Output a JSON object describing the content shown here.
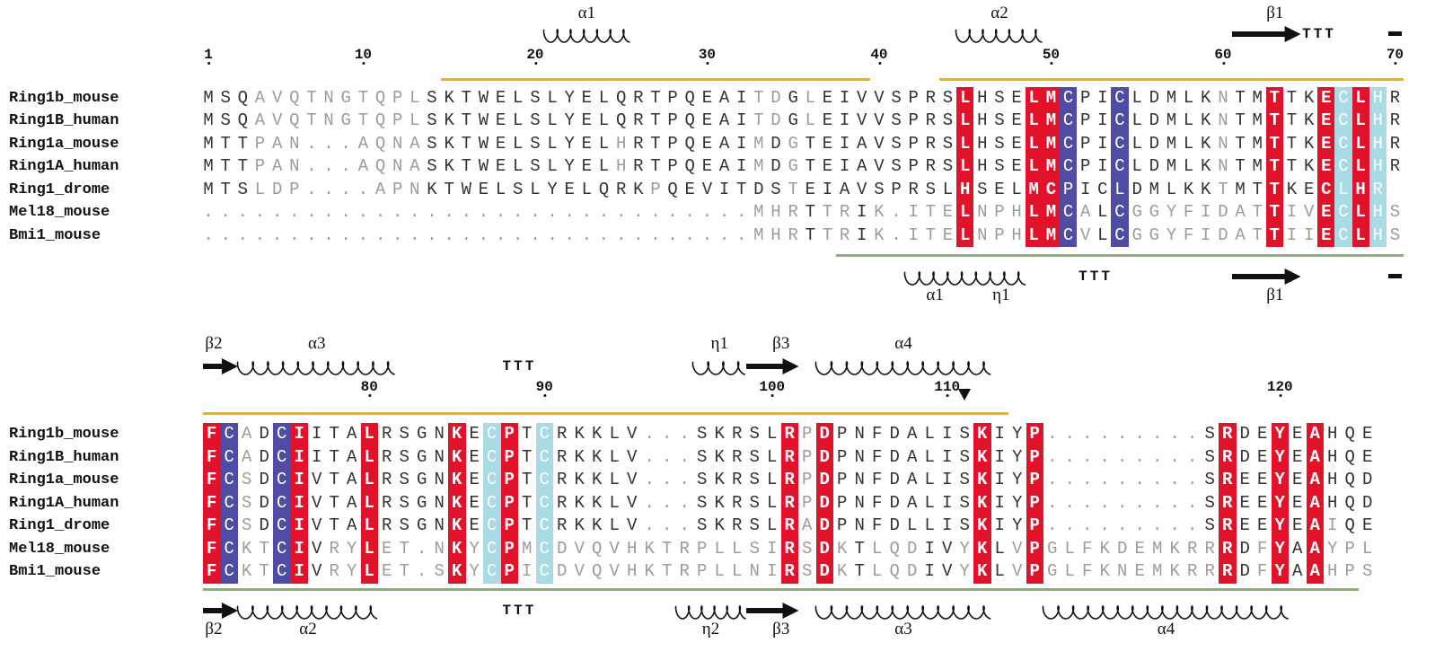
{
  "blocks": [
    {
      "ruler": [
        {
          "label": "1",
          "col": 1
        },
        {
          "label": "10",
          "col": 10
        },
        {
          "label": "20",
          "col": 20
        },
        {
          "label": "30",
          "col": 30
        },
        {
          "label": "40",
          "col": 40
        },
        {
          "label": "50",
          "col": 50
        },
        {
          "label": "60",
          "col": 60
        },
        {
          "label": "70",
          "col": 70
        }
      ],
      "highlight": {
        "red": [
          45,
          49,
          50,
          63,
          66,
          68
        ],
        "blue": [
          51,
          54
        ],
        "cyan": [
          67,
          69
        ]
      },
      "top_lines": [
        [
          15,
          39
        ],
        [
          44,
          70
        ]
      ],
      "bottom_lines": [
        [
          38,
          70
        ]
      ],
      "top_ss": [
        {
          "type": "helix",
          "from": 21,
          "to": 25,
          "labels": [
            "α1"
          ]
        },
        {
          "type": "helix",
          "from": 45,
          "to": 49,
          "labels": [
            "α2"
          ]
        },
        {
          "type": "arrow",
          "from": 61,
          "to": 64,
          "labels": [
            "β1"
          ]
        },
        {
          "type": "turn",
          "from": 65,
          "to": 67,
          "text": "TTT"
        },
        {
          "type": "bar",
          "from": 70,
          "to": 70
        }
      ],
      "bottom_ss": [
        {
          "type": "helix",
          "from": 42,
          "to": 48,
          "labels": [
            "α1",
            "η1"
          ]
        },
        {
          "type": "turn",
          "from": 52,
          "to": 54,
          "text": "TTT"
        },
        {
          "type": "arrow",
          "from": 61,
          "to": 64,
          "labels": [
            "β1"
          ]
        },
        {
          "type": "bar",
          "from": 70,
          "to": 70
        }
      ],
      "markers": [],
      "rows": [
        {
          "name": "Ring1b_mouse",
          "seq": "MSQAVQTNGTQPLSKTWELSLYELQRTPQEAITDGLEIVVSPRSLHSELMCPICLDMLKNTMTTKECLHR",
          "gray": [
            [
              4,
              13
            ],
            [
              33,
              34
            ],
            [
              36,
              36
            ],
            [
              60,
              60
            ]
          ]
        },
        {
          "name": "Ring1B_human",
          "seq": "MSQAVQTNGTQPLSKTWELSLYELQRTPQEAITDGLEIVVSPRSLHSELMCPICLDMLKNTMTTKECLHR",
          "gray": [
            [
              4,
              13
            ],
            [
              33,
              34
            ],
            [
              36,
              36
            ],
            [
              60,
              60
            ]
          ]
        },
        {
          "name": "Ring1a_mouse",
          "seq": "MTTPAN...AQNASKTWELSLYELHRTPQEAIMDGTEIAVSPRSLHSELMCPICLDMLKNTMTTKECLHR",
          "gray": [
            [
              4,
              13
            ],
            [
              25,
              25
            ],
            [
              33,
              33
            ],
            [
              35,
              35
            ],
            [
              60,
              60
            ]
          ]
        },
        {
          "name": "Ring1A_human",
          "seq": "MTTPAN...AQNASKTWELSLYELHRTPQEAIMDGTEIAVSPRSLHSELMCPICLDMLKNTMTTKECLHR",
          "gray": [
            [
              4,
              13
            ],
            [
              25,
              25
            ],
            [
              33,
              33
            ],
            [
              35,
              35
            ],
            [
              60,
              60
            ]
          ]
        },
        {
          "name": "Ring1_drome",
          "seq": "MTSLDP....APNKTWELSLYELQRKPQEVITDSTEIAVSPRSLHSELMCPICLDMLKKTMTTKECLHR",
          "gray": [
            [
              4,
              13
            ],
            [
              27,
              27
            ],
            [
              35,
              35
            ],
            [
              60,
              60
            ]
          ]
        },
        {
          "name": "Mel18_mouse",
          "seq": "................................MHRTTRIK.ITELNPHLMCALCGGYFIDATTIVECLHS",
          "gray": [
            [
              1,
              35
            ],
            [
              37,
              38
            ],
            [
              40,
              44
            ],
            [
              46,
              48
            ],
            [
              52,
              52
            ],
            [
              55,
              62
            ],
            [
              64,
              65
            ],
            [
              70,
              70
            ]
          ]
        },
        {
          "name": "Bmi1_mouse",
          "seq": "................................MHRTTRIK.ITELNPHLMCVLCGGYFIDATTIIECLHS",
          "gray": [
            [
              1,
              35
            ],
            [
              37,
              38
            ],
            [
              40,
              44
            ],
            [
              46,
              48
            ],
            [
              52,
              52
            ],
            [
              55,
              62
            ],
            [
              64,
              65
            ],
            [
              70,
              70
            ]
          ]
        }
      ]
    },
    {
      "ruler": [
        {
          "label": "80",
          "col": 10
        },
        {
          "label": "90",
          "col": 20
        },
        {
          "label": "100",
          "col": 33
        },
        {
          "label": "110",
          "col": 43
        },
        {
          "label": "120",
          "col": 62
        }
      ],
      "highlight": {
        "red": [
          1,
          6,
          10,
          15,
          18,
          34,
          36,
          45,
          48,
          59,
          62,
          64
        ],
        "blue": [
          2,
          5
        ],
        "cyan": [
          17,
          20
        ]
      },
      "top_lines": [
        [
          1,
          46
        ]
      ],
      "bottom_lines": [
        [
          1,
          66
        ]
      ],
      "top_ss": [
        {
          "type": "arrow",
          "from": 1,
          "to": 2,
          "labels": [
            "β2"
          ],
          "label_align": "start"
        },
        {
          "type": "helix",
          "from": 3,
          "to": 11,
          "labels": [
            "α3"
          ]
        },
        {
          "type": "turn",
          "from": 18,
          "to": 20,
          "text": "TTT"
        },
        {
          "type": "helix",
          "from": 29,
          "to": 31,
          "labels": [
            "η1"
          ]
        },
        {
          "type": "arrow",
          "from": 32,
          "to": 34,
          "labels": [
            "β3"
          ]
        },
        {
          "type": "helix",
          "from": 36,
          "to": 45,
          "labels": [
            "α4"
          ]
        }
      ],
      "bottom_ss": [
        {
          "type": "arrow",
          "from": 1,
          "to": 2,
          "labels": [
            "β2"
          ],
          "label_align": "start"
        },
        {
          "type": "helix",
          "from": 3,
          "to": 10,
          "labels": [
            "α2"
          ]
        },
        {
          "type": "turn",
          "from": 18,
          "to": 20,
          "text": "TTT"
        },
        {
          "type": "helix",
          "from": 28,
          "to": 31,
          "labels": [
            "η2"
          ]
        },
        {
          "type": "arrow",
          "from": 32,
          "to": 34,
          "labels": [
            "β3"
          ]
        },
        {
          "type": "helix",
          "from": 36,
          "to": 45,
          "labels": [
            "α3"
          ]
        },
        {
          "type": "helix",
          "from": 49,
          "to": 62,
          "labels": [
            "α4"
          ]
        }
      ],
      "markers": [
        {
          "type": "triangle-down",
          "col": 44
        }
      ],
      "rows": [
        {
          "name": "Ring1b_mouse",
          "seq": "FCADCIITALRSGNKECPTCRKKLV...SKRSLRPDPNFDALISKIYP.........SRDEYEAHQE",
          "gray": [
            [
              3,
              3
            ],
            [
              35,
              35
            ]
          ]
        },
        {
          "name": "Ring1B_human",
          "seq": "FCADCIITALRSGNKECPTCRKKLV...SKRSLRPDPNFDALISKIYP.........SRDEYEAHQE",
          "gray": [
            [
              3,
              3
            ],
            [
              35,
              35
            ]
          ]
        },
        {
          "name": "Ring1a_mouse",
          "seq": "FCSDCIVTALRSGNKECPTCRKKLV...SKRSLRPDPNFDALISKIYP.........SREEYEAHQD",
          "gray": [
            [
              3,
              3
            ],
            [
              35,
              35
            ]
          ]
        },
        {
          "name": "Ring1A_human",
          "seq": "FCSDCIVTALRSGNKECPTCRKKLV...SKRSLRPDPNFDALISKIYP.........SREEYEAHQD",
          "gray": [
            [
              3,
              3
            ],
            [
              35,
              35
            ]
          ]
        },
        {
          "name": "Ring1_drome",
          "seq": "FCSDCIVTALRSGNKECPTCRKKLV...SKRSLRADPNFDLLISKIYP.........SREEYEAIQE",
          "gray": [
            [
              3,
              3
            ],
            [
              35,
              35
            ],
            [
              65,
              65
            ]
          ]
        },
        {
          "name": "Mel18_mouse",
          "seq": "FCKTCIVRYLET.NKYCPMCDVQVHKTRPLLSIRSDKTLQDIVYKLVPGLFKDEMKRRRDFYAAYPL",
          "gray": [
            [
              3,
              4
            ],
            [
              8,
              9
            ],
            [
              11,
              14
            ],
            [
              16,
              16
            ],
            [
              19,
              19
            ],
            [
              21,
              33
            ],
            [
              35,
              35
            ],
            [
              37,
              37
            ],
            [
              39,
              41
            ],
            [
              44,
              44
            ],
            [
              47,
              47
            ],
            [
              49,
              58
            ],
            [
              61,
              61
            ],
            [
              65,
              67
            ]
          ]
        },
        {
          "name": "Bmi1_mouse",
          "seq": "FCKTCIVRYLET.SKYCPICDVQVHKTRPLLNIRSDKTLQDIVYKLVPGLFKNEMKRRRDFYAAHPS",
          "gray": [
            [
              3,
              4
            ],
            [
              8,
              9
            ],
            [
              11,
              14
            ],
            [
              16,
              16
            ],
            [
              19,
              19
            ],
            [
              21,
              33
            ],
            [
              35,
              35
            ],
            [
              37,
              37
            ],
            [
              39,
              41
            ],
            [
              44,
              44
            ],
            [
              47,
              47
            ],
            [
              49,
              58
            ],
            [
              61,
              61
            ],
            [
              65,
              67
            ]
          ]
        }
      ]
    }
  ],
  "colors": {
    "identical": "#e3122b",
    "cys_blue": "#4f4ca6",
    "cys_cyan": "#a9dbe6",
    "top_domain_line": "#f0b400",
    "bottom_domain_line": "#8fb070",
    "similar_text": "#9c9c9c"
  }
}
